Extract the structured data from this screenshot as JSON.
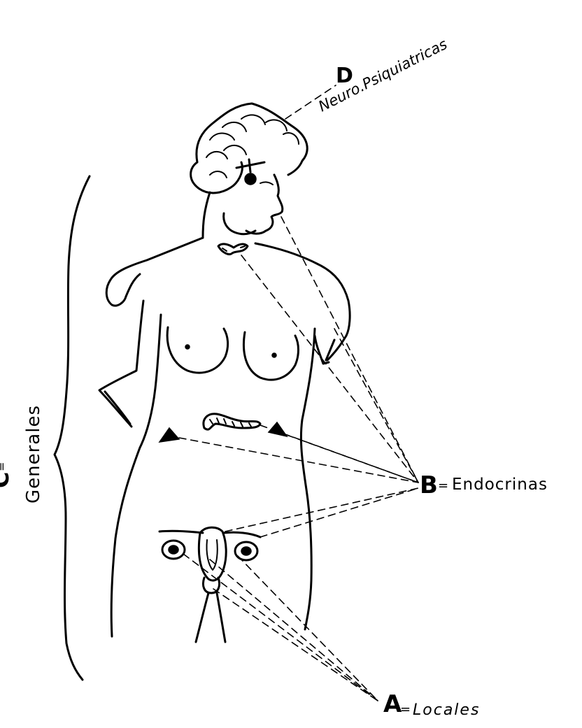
{
  "labels": {
    "d_letter": "D",
    "d_text": "Neuro.Psiquiatricas",
    "b_letter": "B",
    "b_text": "Endocrinas",
    "a_letter": "A",
    "a_text": "Locales",
    "c_letter": "C",
    "c_text": "Generales"
  },
  "icons": {
    "figure": "female-torso-drawing",
    "glands": [
      "pituitary",
      "thyroid",
      "adrenal",
      "pancreas",
      "ovaries",
      "uterus"
    ]
  },
  "colors": {
    "ink": "#000000",
    "paper": "#ffffff"
  }
}
